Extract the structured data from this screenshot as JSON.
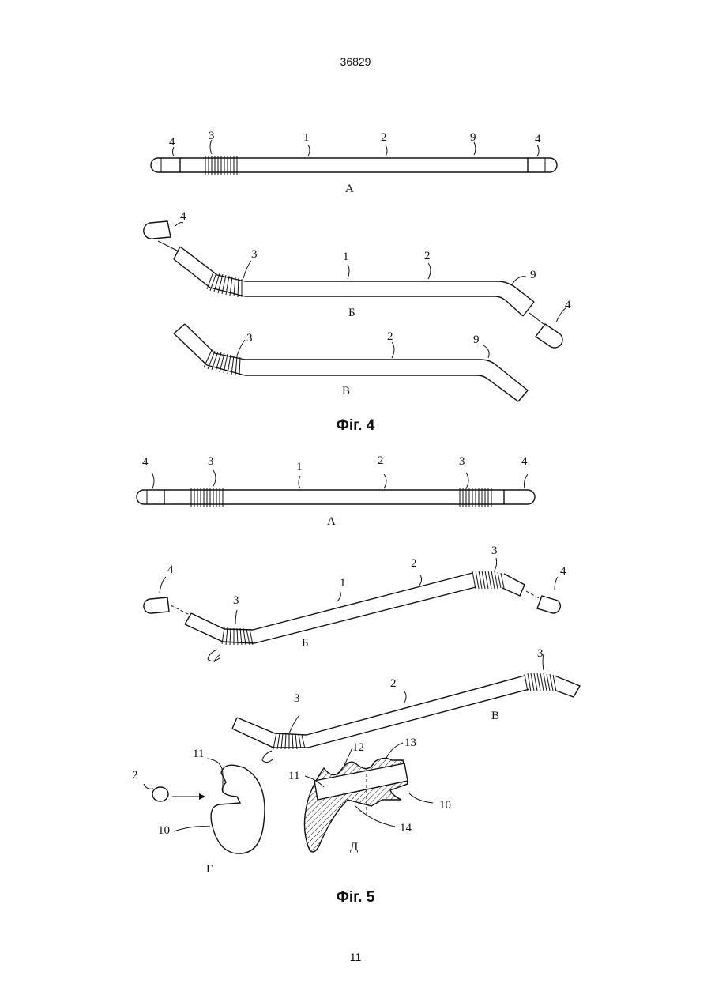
{
  "header": {
    "document_number": "36829"
  },
  "footer": {
    "page_number": "11"
  },
  "figure4": {
    "caption": "Фіг. 4",
    "views": {
      "a": "А",
      "b": "Б",
      "v": "В"
    },
    "labels": {
      "a_4_left": "4",
      "a_3": "3",
      "a_1": "1",
      "a_2": "2",
      "a_9": "9",
      "a_4_right": "4",
      "b_4_left": "4",
      "b_3": "3",
      "b_1": "1",
      "b_2": "2",
      "b_9": "9",
      "b_4_right": "4",
      "v_3": "3",
      "v_2": "2",
      "v_9": "9"
    }
  },
  "figure5": {
    "caption": "Фіг. 5",
    "views": {
      "a": "А",
      "b": "Б",
      "v": "В",
      "g": "Г",
      "d": "Д"
    },
    "labels": {
      "a_4_left": "4",
      "a_3_left": "3",
      "a_1": "1",
      "a_2": "2",
      "a_3_right": "3",
      "a_4_right": "4",
      "b_4_left": "4",
      "b_3_left": "3",
      "b_1": "1",
      "b_2": "2",
      "b_3_right": "3",
      "b_4_right": "4",
      "v_3_left": "3",
      "v_2": "2",
      "v_3_right": "3",
      "g_2": "2",
      "g_11": "11",
      "g_10": "10",
      "d_11": "11",
      "d_12": "12",
      "d_13": "13",
      "d_10": "10",
      "d_14": "14"
    }
  }
}
